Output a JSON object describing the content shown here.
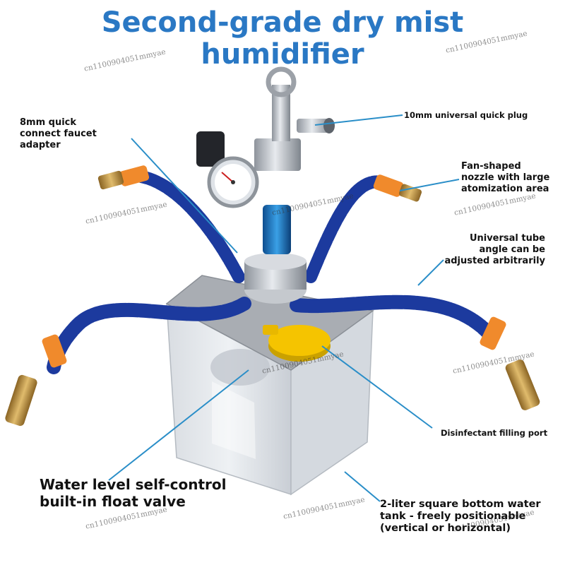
{
  "title": {
    "line1": "Second-grade dry mist",
    "line2": "humidifier"
  },
  "labels": {
    "quick_plug": "10mm universal quick plug",
    "faucet_adapter": [
      "8mm quick",
      "connect faucet",
      "adapter"
    ],
    "fan_nozzle": [
      "Fan-shaped",
      "nozzle with large",
      "atomization area"
    ],
    "universal_tube": [
      "Universal tube",
      "angle can be",
      "adjusted arbitrarily"
    ],
    "filling_port": "Disinfectant filling port",
    "float_valve": [
      "Water level self-control",
      "built-in float valve"
    ],
    "water_tank": [
      "2-liter square bottom water",
      "tank - freely positionable",
      "(vertical or horizontal)"
    ]
  },
  "watermark": "cn1100904051mmyae",
  "colors": {
    "title": "#2a78c4",
    "callout_line": "#2a8ec8",
    "hose_blue": "#1c3a9e",
    "nozzle_orange": "#f08a2c",
    "brass": "#c49a4a",
    "cap_yellow": "#f5c400"
  }
}
